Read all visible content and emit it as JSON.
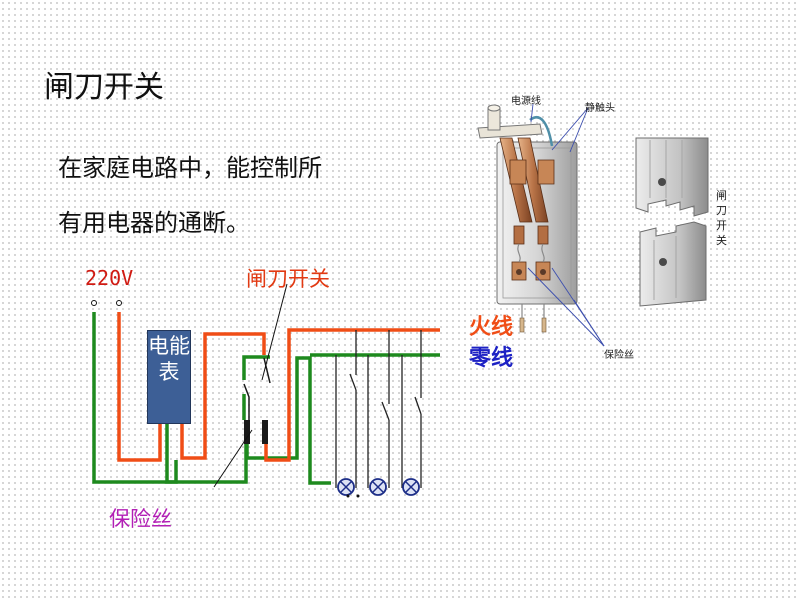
{
  "title": "闸刀开关",
  "description": [
    "在家庭电路中，能控制所",
    "有用电器的通断。"
  ],
  "diagram": {
    "voltage_label": "220V",
    "switch_label": "闸刀开关",
    "meter_label": "电能表",
    "fuse_label": "保险丝",
    "live_wire_label": "火线",
    "neutral_wire_label": "零线",
    "colors": {
      "live": "#f04d16",
      "neutral": "#1e8a1e",
      "meter": "#3d5f96",
      "fuse": "#b21fb5",
      "neutral_text": "#1d22c4"
    }
  },
  "photo": {
    "power_wire_label": "电源线",
    "static_contact_label": "静触头",
    "fuse_wire_label": "保险丝",
    "vertical_label": "闸刀开关"
  }
}
